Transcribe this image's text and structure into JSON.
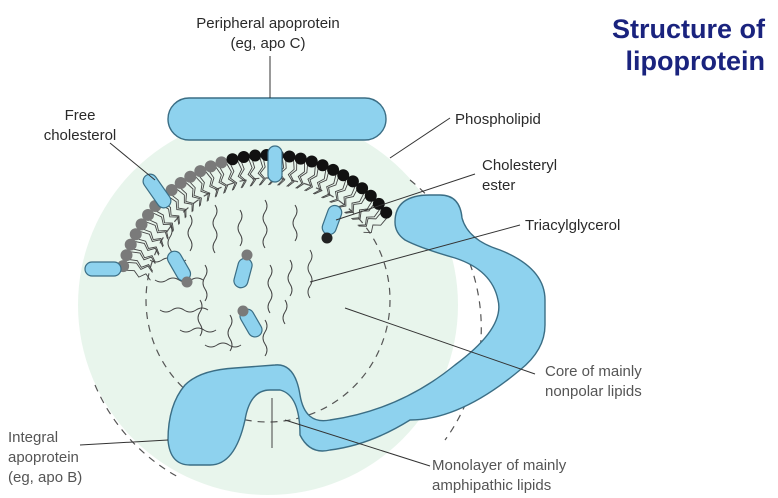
{
  "title": {
    "line1": "Structure of",
    "line2": "lipoprotein"
  },
  "labels": {
    "peripheral_apoprotein": {
      "line1": "Peripheral apoprotein",
      "line2": "(eg, apo C)"
    },
    "free_cholesterol": {
      "line1": "Free",
      "line2": "cholesterol"
    },
    "phospholipid": "Phospholipid",
    "cholesteryl_ester": {
      "line1": "Cholesteryl",
      "line2": "ester"
    },
    "triacylglycerol": "Triacylglycerol",
    "core": {
      "line1": "Core of mainly",
      "line2": "nonpolar lipids"
    },
    "integral_apoprotein": {
      "line1": "Integral",
      "line2": "apoprotein",
      "line3": "(eg, apo B)"
    },
    "monolayer": {
      "line1": "Monolayer of mainly",
      "line2": "amphipathic lipids"
    }
  },
  "colors": {
    "protein_fill": "#8ed2ee",
    "protein_stroke": "#3b6e85",
    "core_fill": "#e3f3ea",
    "title": "#1a237e",
    "head_black": "#111111",
    "head_grey": "#7a7a7a"
  }
}
